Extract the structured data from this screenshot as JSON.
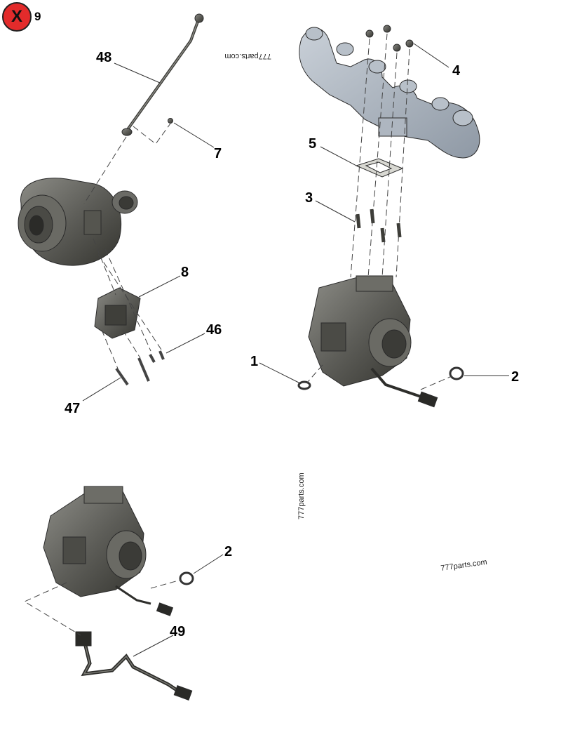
{
  "header": {
    "close_glyph": "X",
    "figure_number": "9"
  },
  "watermarks": {
    "top": "777parts.com",
    "middle": "777parts.com",
    "right": "777parts.com"
  },
  "callouts": {
    "c1": "1",
    "c2a": "2",
    "c2b": "2",
    "c3": "3",
    "c4": "4",
    "c5": "5",
    "c7": "7",
    "c8": "8",
    "c46": "46",
    "c47": "47",
    "c48": "48",
    "c49": "49"
  },
  "colors": {
    "manifold": "#a9b2bd",
    "turbo_dark": "#5a5a55",
    "close_badge": "#e32b2b"
  }
}
